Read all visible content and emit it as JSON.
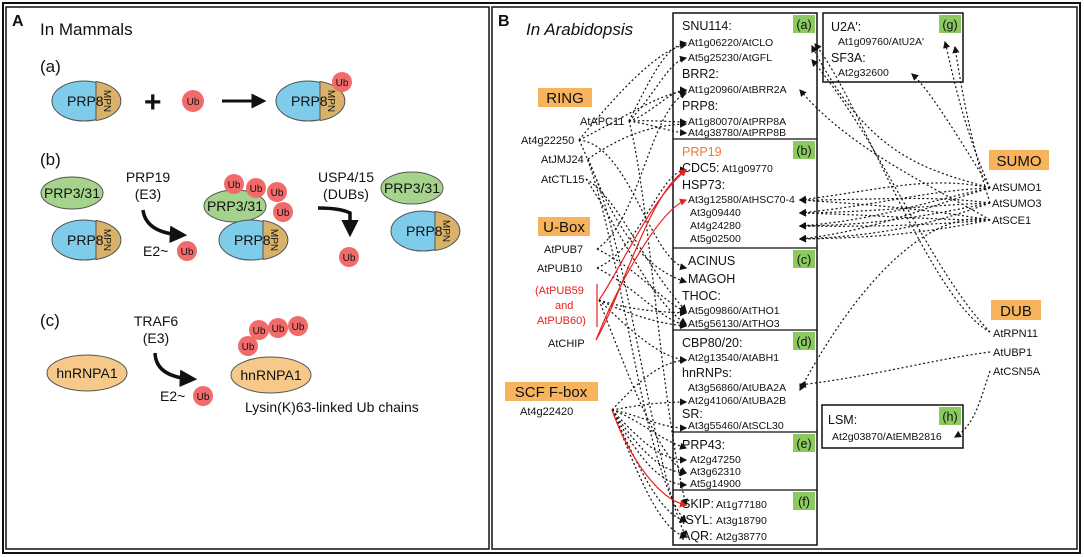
{
  "panelA": {
    "letter": "A",
    "title": "In Mammals",
    "a": {
      "label": "(a)",
      "prp8": "PRP8",
      "mpn": "MPN",
      "ub": "Ub",
      "plus": "+"
    },
    "b": {
      "label": "(b)",
      "prp19": "PRP19",
      "e3": "(E3)",
      "usp": "USP4/15",
      "dubs": "(DUBs)",
      "prp331": "PRP3/31",
      "prp8": "PRP8",
      "mpn": "MPN",
      "ub": "Ub",
      "e2": "E2~"
    },
    "c": {
      "label": "(c)",
      "traf6": "TRAF6",
      "e3": "(E3)",
      "hnrnpa1": "hnRNPA1",
      "ub": "Ub",
      "e2": "E2~",
      "caption": "Lysin(K)63-linked Ub chains"
    }
  },
  "panelB": {
    "letter": "B",
    "title": "In Arabidopsis",
    "categories": {
      "ring": "RING",
      "ubox": "U-Box",
      "scf": "SCF F-box",
      "sumo": "SUMO",
      "dub": "DUB"
    },
    "ring_genes": [
      "AtAPC11",
      "At4g22250",
      "AtJMJ24",
      "AtCTL15"
    ],
    "ubox_genes": [
      "AtPUB7",
      "AtPUB10"
    ],
    "pub_red": [
      "(AtPUB59",
      "and",
      "AtPUB60)"
    ],
    "chip": "AtCHIP",
    "scf_gene": "At4g22420",
    "sumo_genes": [
      "AtSUMO1",
      "AtSUMO3",
      "AtSCE1"
    ],
    "dub_genes": [
      "AtRPN11",
      "AtUBP1",
      "AtCSN5A"
    ],
    "box_a": {
      "tag": "(a)",
      "snu": "SNU114:",
      "g1": "At1g06220/AtCLO",
      "g2": "At5g25230/AtGFL",
      "brr": "BRR2:",
      "g3": "At1g20960/AtBRR2A",
      "prp8": "PRP8:",
      "g4": "At1g80070/AtPRP8A",
      "g5": "At4g38780/AtPRP8B"
    },
    "box_b": {
      "tag": "(b)",
      "prp19": "PRP19",
      "cdc5": "CDC5:",
      "cdc5g": "At1g09770",
      "hsp": "HSP73:",
      "g1": "At3g12580/AtHSC70-4",
      "g2": "At3g09440",
      "g3": "At4g24280",
      "g4": "At5g02500"
    },
    "box_c": {
      "tag": "(c)",
      "acinus": "ACINUS",
      "magoh": "MAGOH",
      "thoc": "THOC:",
      "g1": "At5g09860/AtTHO1",
      "g2": "At5g56130/AtTHO3"
    },
    "box_d": {
      "tag": "(d)",
      "cbp": "CBP80/20:",
      "g1": "At2g13540/AtABH1",
      "hnrnp": "hnRNPs:",
      "g2": "At3g56860/AtUBA2A",
      "g3": "At2g41060/AtUBA2B",
      "sr": "SR:",
      "g4": "At3g55460/AtSCL30"
    },
    "box_e": {
      "tag": "(e)",
      "prp43": "PRP43:",
      "g1": "At2g47250",
      "g2": "At3g62310",
      "g3": "At5g14900"
    },
    "box_f": {
      "tag": "(f)",
      "skip": "SKIP:",
      "skipg": "At1g77180",
      "isyl": "ISYL:",
      "isylg": "At3g18790",
      "aqr": "AQR:",
      "aqrg": "At2g38770"
    },
    "box_g": {
      "tag": "(g)",
      "u2a": "U2A':",
      "g1": "At1g09760/AtU2A'",
      "sf3a": "SF3A:",
      "g2": "At2g32600"
    },
    "box_h": {
      "tag": "(h)",
      "lsm": "LSM:",
      "g1": "At2g03870/AtEMB2816"
    }
  },
  "colors": {
    "prp8": "#7ecbea",
    "mpn": "#d9b26a",
    "prp331": "#a5d38c",
    "hnrnp": "#f6c98a",
    "ub": "#f26b6b",
    "category": "#f7b45c",
    "tag": "#8cc95f",
    "red": "#e8201c"
  }
}
